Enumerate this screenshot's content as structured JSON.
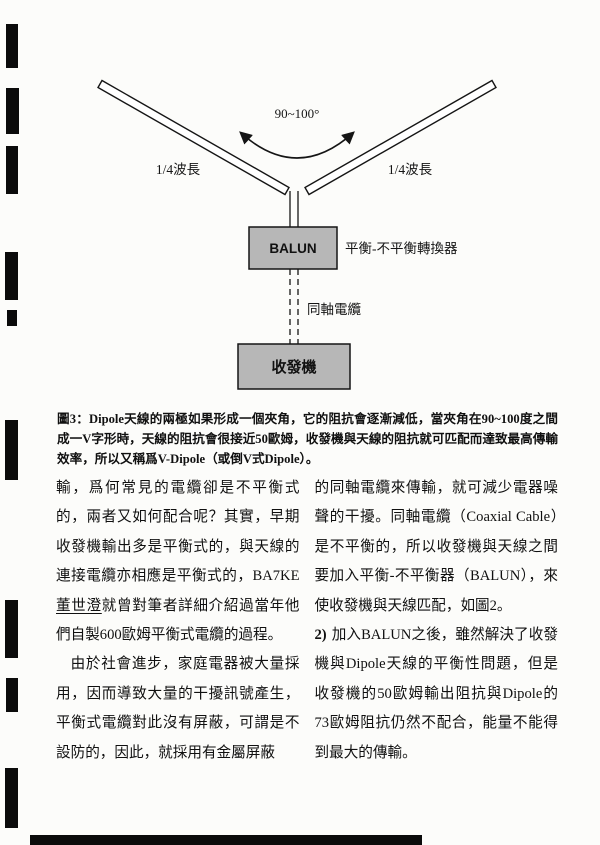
{
  "figure": {
    "angle_label": "90~100°",
    "left_arm_label": "1/4波長",
    "right_arm_label": "1/4波長",
    "balun_label": "BALUN",
    "balun_annotation": "平衡-不平衡轉換器",
    "coax_label": "同軸電纜",
    "transceiver_label": "收發機"
  },
  "caption": "圖3：Dipole天線的兩極如果形成一個夾角，它的阻抗會逐漸減低，當夾角在90~100度之間成一V字形時，天線的阻抗會很接近50歐姆，收發機與天線的阻抗就可匹配而達致最高傳輸效率，所以又稱爲V-Dipole（或倒V式Dipole）。",
  "body": {
    "left": {
      "p1_pre": "輸，爲何常見的電纜卻是不平衡式的，兩者又如何配合呢？其實，早期收發機輸出多是平衡式的，與天線的連接電纜亦相應是平衡式的，BA7KE",
      "p1_name": "董世澄",
      "p1_post": "就曾對筆者詳細介紹過當年他們自製600歐姆平衡式電纜的過程。",
      "p2": "由於社會進步，家庭電器被大量採用，因而導致大量的干擾訊號產生，平衡式電纜對此沒有屏蔽，可謂是不設防的，因此，就採用有金屬屏蔽"
    },
    "right": {
      "p1": "的同軸電纜來傳輸，就可減少電器噪聲的干擾。同軸電纜（Coaxial Cable）是不平衡的，所以收發機與天線之間要加入平衡-不平衡器（BALUN），來使收發機與天線匹配，如圖2。",
      "p2_marker": "2)",
      "p2_text": "加入BALUN之後，雖然解決了收發機與Dipole天線的平衡性問題，但是收發機的50歐姆輸出阻抗與Dipole的73歐姆阻抗仍然不配合，能量不能得到最大的傳輸。"
    }
  }
}
